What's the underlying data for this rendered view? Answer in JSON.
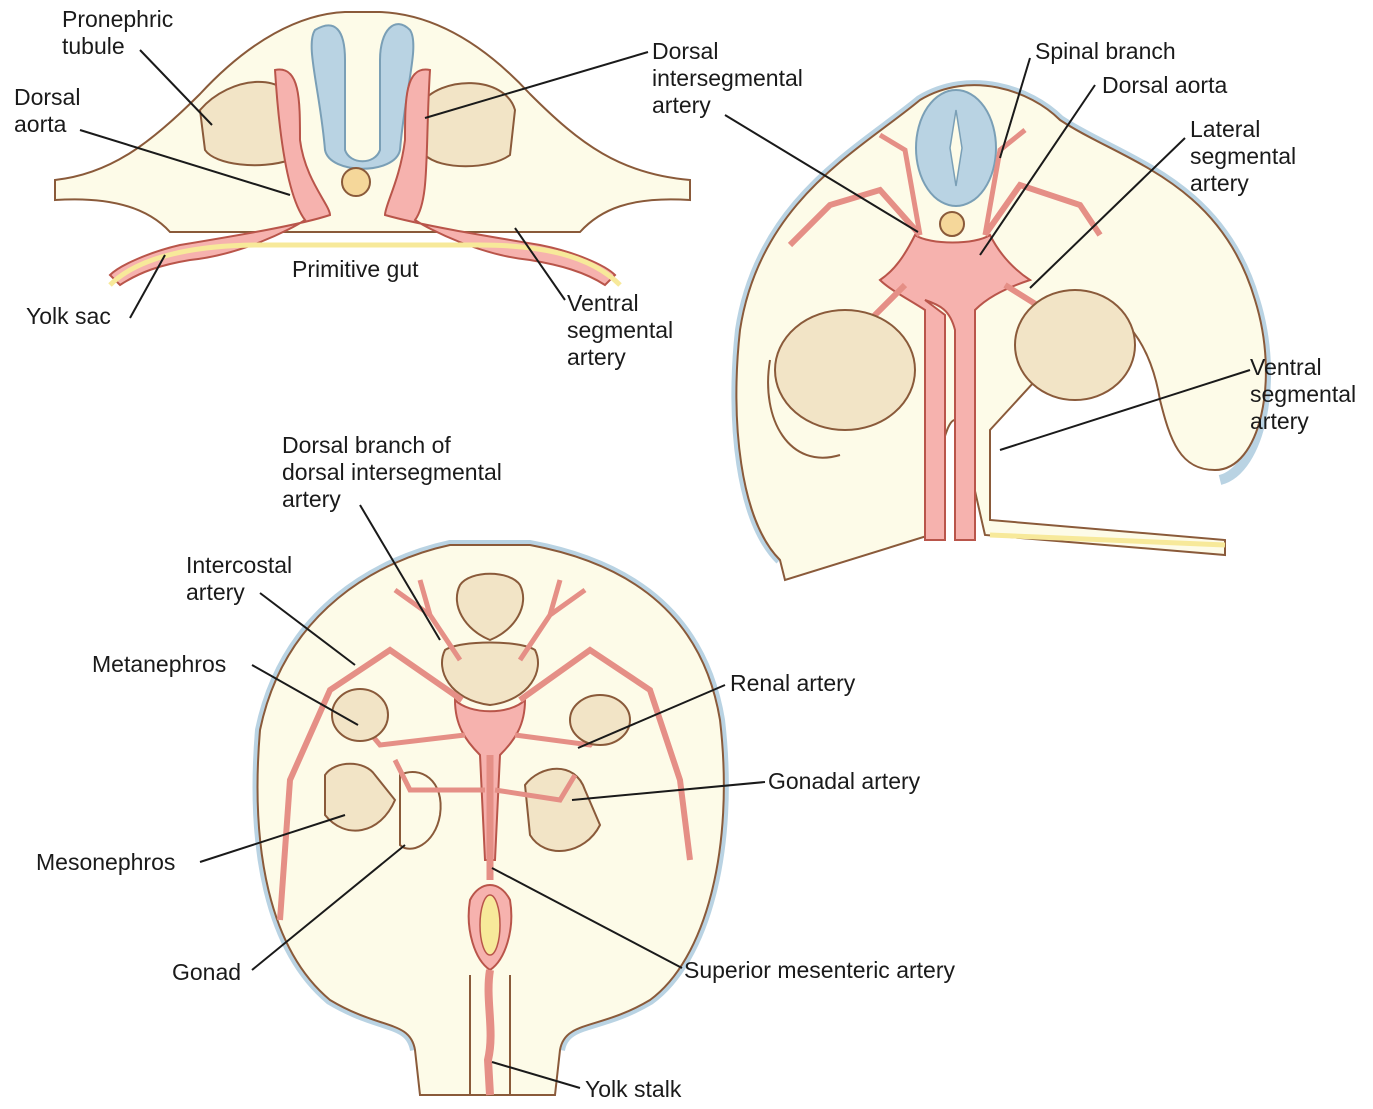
{
  "colors": {
    "background": "#ffffff",
    "tissue_fill": "#fdfbe8",
    "tissue_outline": "#8a5a3a",
    "ectoderm_blue": "#b9d3e3",
    "vessel_pink": "#f6b2ae",
    "vessel_outline": "#b9554a",
    "organ_fill": "#f2e4c6",
    "yellow_edge": "#f7e99a",
    "leader_line": "#1a1a1a"
  },
  "labels": {
    "pronephric_tubule": "Pronephric\ntubule",
    "dorsal_aorta_a": "Dorsal\naorta",
    "yolk_sac": "Yolk sac",
    "primitive_gut": "Primitive gut",
    "dorsal_intersegmental_artery": "Dorsal\nintersegmental\nartery",
    "ventral_segmental_artery_a": "Ventral\nsegmental\nartery",
    "spinal_branch": "Spinal branch",
    "dorsal_aorta_b": "Dorsal aorta",
    "lateral_segmental_artery": "Lateral\nsegmental\nartery",
    "ventral_segmental_artery_b": "Ventral\nsegmental\nartery",
    "dorsal_branch": "Dorsal branch of\ndorsal intersegmental\nartery",
    "intercostal_artery": "Intercostal\nartery",
    "metanephros": "Metanephros",
    "renal_artery": "Renal artery",
    "gonadal_artery": "Gonadal artery",
    "mesonephros": "Mesonephros",
    "gonad": "Gonad",
    "superior_mesenteric_artery": "Superior mesenteric artery",
    "yolk_stalk": "Yolk stalk"
  }
}
